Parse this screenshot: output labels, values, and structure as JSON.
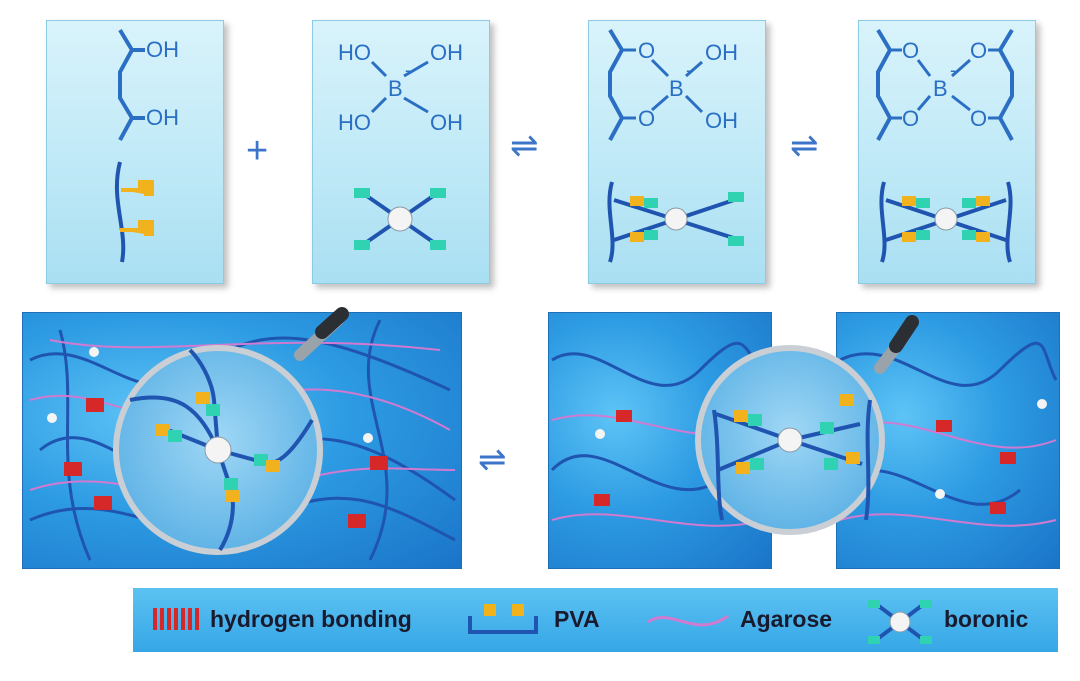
{
  "panels": [
    {
      "labels": [
        "OH",
        "OH"
      ]
    },
    {
      "labels": [
        "HO",
        "OH",
        "B",
        "HO",
        "OH"
      ],
      "charge": "-"
    },
    {
      "labels": [
        "O",
        "OH",
        "B",
        "O",
        "OH"
      ],
      "charge": "-"
    },
    {
      "labels": [
        "O",
        "O",
        "B",
        "O",
        "O"
      ],
      "charge": "-"
    }
  ],
  "operators": {
    "plus": "+",
    "eq1": "⇌",
    "eq2": "⇌",
    "eq3": "⇌"
  },
  "legend": {
    "hydrogen_bonding": "hydrogen bonding",
    "pva": "PVA",
    "agarose": "Agarose",
    "boronic": "boronic"
  },
  "colors": {
    "chem_blue": "#2a6fc4",
    "pva_chain": "#1f55b0",
    "pva_group": "#f2b21e",
    "boronic_group": "#2fd3b2",
    "agarose": "#d07ad0",
    "hbond": "#d62828",
    "water": "#2d9be3"
  }
}
